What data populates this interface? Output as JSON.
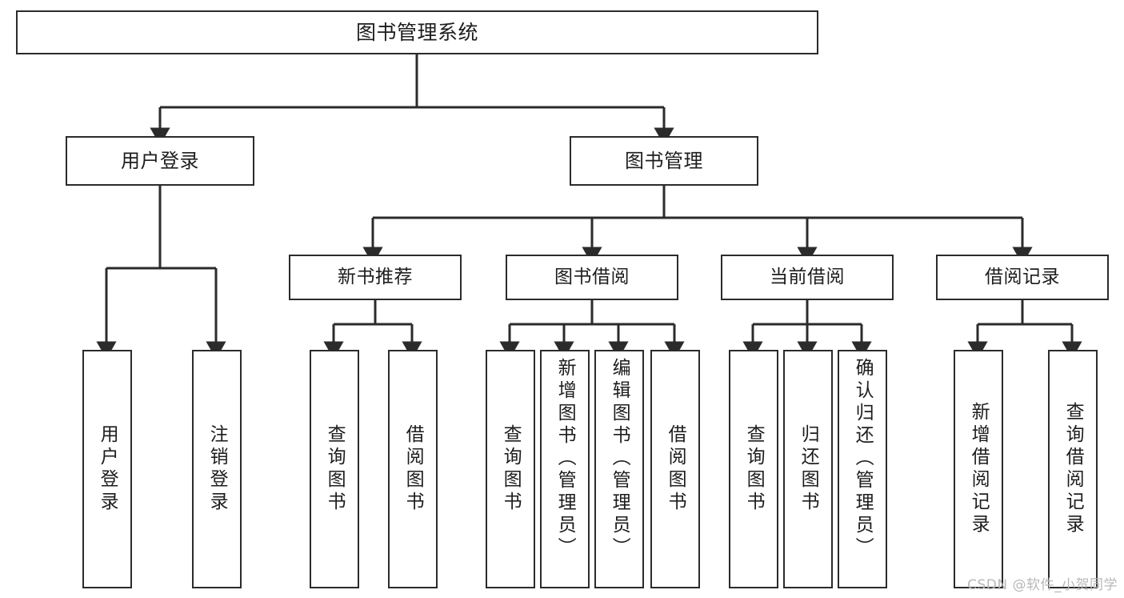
{
  "diagram": {
    "title": "图书管理系统",
    "type": "tree-hierarchy-diagram",
    "orientation": "top-down",
    "colors": {
      "node_border": "#2b2b2b",
      "node_fill": "#ffffff",
      "edge": "#2b2b2b",
      "text": "#1d1d1d",
      "background": "#ffffff",
      "watermark": "#b8b8b8"
    },
    "root": {
      "label": "图书管理系统"
    },
    "level2": [
      {
        "label": "用户登录"
      },
      {
        "label": "图书管理"
      }
    ],
    "level3": [
      {
        "label": "新书推荐"
      },
      {
        "label": "图书借阅"
      },
      {
        "label": "当前借阅"
      },
      {
        "label": "借阅记录"
      }
    ],
    "leaves": {
      "user_login": [
        {
          "label": "用户登录"
        },
        {
          "label": "注销登录"
        }
      ],
      "new_book_recommend": [
        {
          "label": "查询图书"
        },
        {
          "label": "借阅图书"
        }
      ],
      "book_borrow": [
        {
          "label": "查询图书"
        },
        {
          "label": "新增图书（管理员）"
        },
        {
          "label": "编辑图书（管理员）"
        },
        {
          "label": "借阅图书"
        }
      ],
      "current_borrow": [
        {
          "label": "查询图书"
        },
        {
          "label": "归还图书"
        },
        {
          "label": "确认归还（管理员）"
        }
      ],
      "borrow_record": [
        {
          "label": "新增借阅记录"
        },
        {
          "label": "查询借阅记录"
        }
      ]
    }
  },
  "watermark": {
    "text": "CSDN @软件_小贺同学"
  }
}
